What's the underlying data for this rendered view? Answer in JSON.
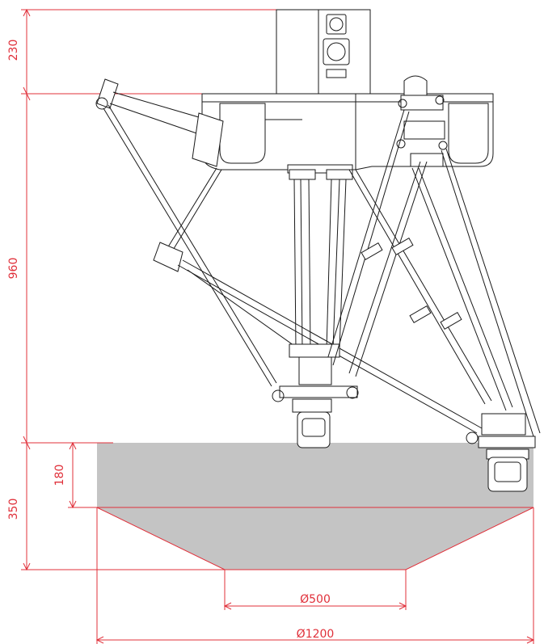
{
  "dimensions": {
    "top_height": "230",
    "arm_height": "960",
    "workspace_height": "350",
    "workspace_inner_height": "180",
    "bottom_diameter": "Ø500",
    "top_diameter": "Ø1200"
  },
  "colors": {
    "dimension_line": "#e0303a",
    "workspace_fill": "#c4c4c4",
    "outline": "#1a1a1a"
  }
}
